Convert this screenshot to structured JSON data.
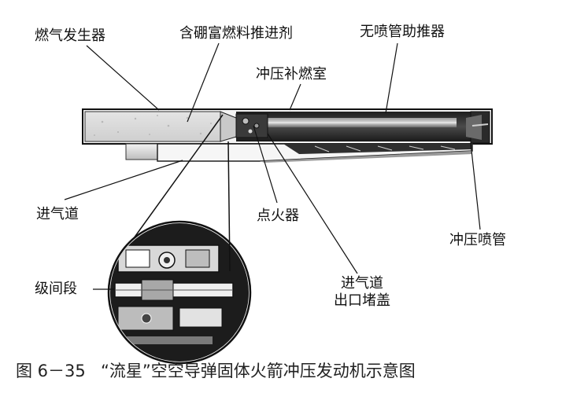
{
  "labels": {
    "gas_generator": "燃气发生器",
    "boron_propellant": "含硼富燃料推进剂",
    "nozzleless_booster": "无喷管助推器",
    "ramjet_combustor": "冲压补燃室",
    "air_inlet": "进气道",
    "igniter": "点火器",
    "ramjet_nozzle": "冲压喷管",
    "interstage": "级间段",
    "inlet_port_cover_line1": "进气道",
    "inlet_port_cover_line2": "出口堵盖"
  },
  "caption": {
    "number": "图 6－35",
    "title": "“流星”空空导弹固体火箭冲压发动机示意图"
  },
  "colors": {
    "ink": "#111111",
    "body_fill": "#dcdcdc",
    "dark_fill": "#2e2e2e",
    "mid_fill": "#8a8a8a"
  }
}
